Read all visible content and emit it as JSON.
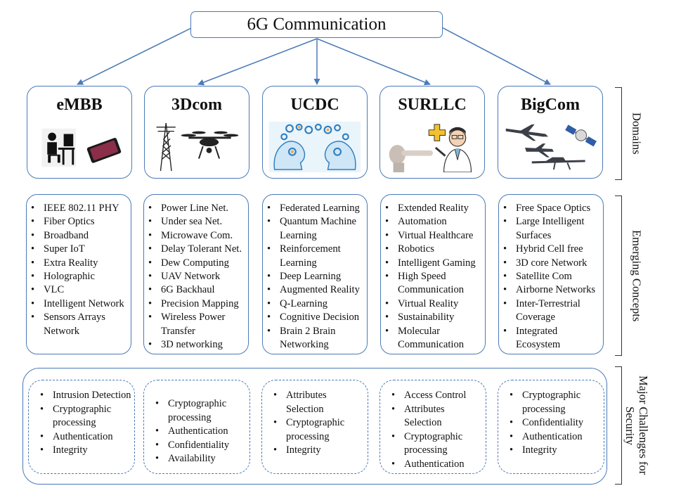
{
  "root": {
    "title": "6G Communication"
  },
  "colors": {
    "stroke": "#4a7ab8",
    "text": "#111111"
  },
  "domains": [
    {
      "title": "eMBB",
      "icon": "person-at-computer-and-smartphone-icon"
    },
    {
      "title": "3Dcom",
      "icon": "cell-tower-and-drone-icon"
    },
    {
      "title": "UCDC",
      "icon": "two-heads-with-gears-icon"
    },
    {
      "title": "SURLLC",
      "icon": "robot-arm-and-doctor-icon"
    },
    {
      "title": "BigCom",
      "icon": "airplanes-satellite-and-uav-icon"
    }
  ],
  "concepts": [
    {
      "items": [
        "IEEE 802.11 PHY",
        "Fiber Optics",
        "Broadband",
        "Super IoT",
        "Extra Reality",
        "Holographic",
        "VLC",
        "Intelligent Network",
        "Sensors Arrays Network"
      ]
    },
    {
      "items": [
        "Power Line Net.",
        "Under sea Net.",
        "Microwave Com.",
        "Delay Tolerant Net.",
        "Dew Computing",
        "UAV Network",
        "6G Backhaul",
        "Precision Mapping",
        "Wireless Power Transfer",
        "3D networking"
      ]
    },
    {
      "items": [
        "Federated Learning",
        "Quantum Machine Learning",
        "Reinforcement Learning",
        "Deep Learning",
        "Augmented Reality",
        "Q-Learning",
        "Cognitive Decision",
        "Brain 2 Brain Networking"
      ]
    },
    {
      "items": [
        "Extended Reality",
        "Automation",
        "Virtual Healthcare",
        "Robotics",
        "Intelligent Gaming",
        "High Speed Communication",
        "Virtual Reality",
        "Sustainability",
        "Molecular Communication"
      ]
    },
    {
      "items": [
        "Free Space Optics",
        "Large Intelligent Surfaces",
        "Hybrid Cell free",
        "3D core Network",
        "Satellite Com",
        "Airborne Networks",
        "Inter-Terrestrial Coverage",
        "Integrated Ecosystem"
      ]
    }
  ],
  "security": [
    {
      "items": [
        "Intrusion Detection",
        "Cryptographic processing",
        "Authentication",
        "Integrity"
      ]
    },
    {
      "items": [
        "Cryptographic processing",
        "Authentication",
        "Confidentiality",
        "Availability"
      ]
    },
    {
      "items": [
        "Attributes Selection",
        "Cryptographic processing",
        "Integrity"
      ]
    },
    {
      "items": [
        "Access Control",
        "Attributes Selection",
        "Cryptographic processing",
        "Authentication"
      ]
    },
    {
      "items": [
        "Cryptographic processing",
        "Confidentiality",
        "Authentication",
        "Integrity"
      ]
    }
  ],
  "side_labels": {
    "domains": "Domains",
    "emerging": "Emerging Concepts",
    "security": "Major Challenges for Security"
  }
}
